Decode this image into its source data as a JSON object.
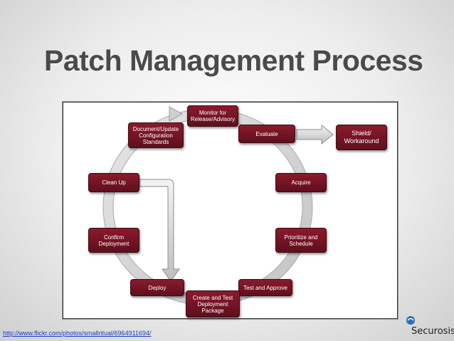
{
  "title": "Patch Management Process",
  "steps": {
    "monitor": "Monitor for\nRelease/Advisory",
    "evaluate": "Evaluate",
    "acquire": "Acquire",
    "prioritize": "Prioritize and\nSchedule",
    "test_approve": "Test and Approve",
    "create_test": "Create and Test\nDeployment\nPackage",
    "deploy": "Deploy",
    "confirm": "Confirm\nDeployment",
    "clean_up": "Clean Up",
    "document": "Document/Update\nConfiguration\nStandards"
  },
  "side_branch": "Shield/\nWorkaround",
  "footer": {
    "credit_url": "http://www.flickr.com/photos/smallritual/6964911694/",
    "logo_text": "Securosis"
  },
  "colors": {
    "box": "#7a1526",
    "ring": "#d6d6d6",
    "title": "#4a4a4a"
  }
}
